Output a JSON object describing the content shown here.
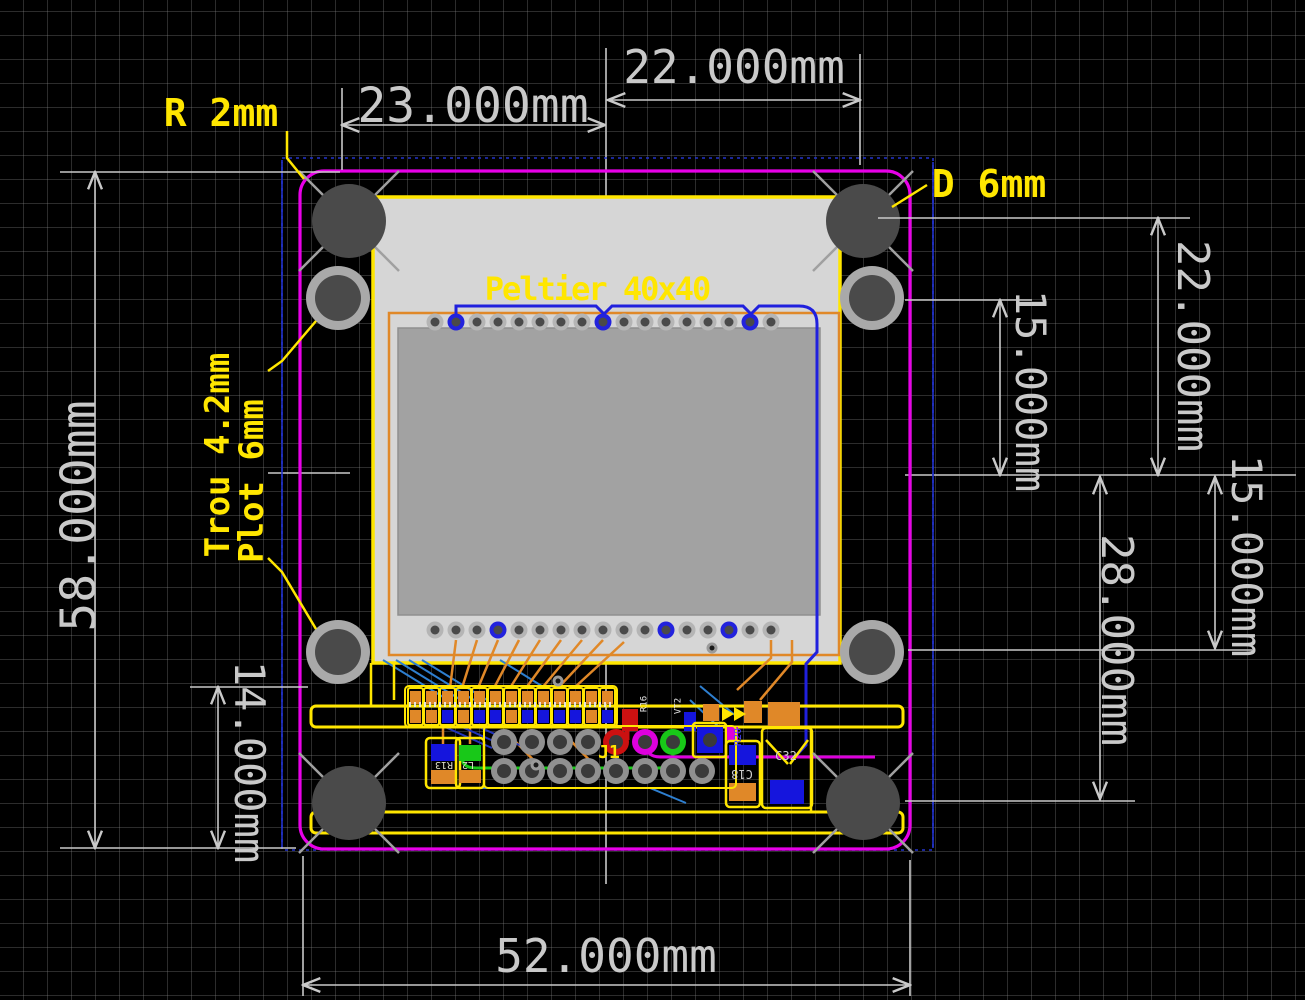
{
  "labels": {
    "corner_radius": "R 2mm",
    "hole_diameter": "D 6mm",
    "drill": "Trou 4.2mm",
    "pad": "Plot 6mm",
    "module": "Peltier 40x40"
  },
  "dimensions": {
    "top_left_width": "23.000mm",
    "top_right_width": "22.000mm",
    "board_height": "58.000mm",
    "connector_offset": "14.000mm",
    "right_hole_top": "22.000mm",
    "right_pad_top": "15.000mm",
    "right_pad_bottom": "15.000mm",
    "right_hole_bottom": "28.000mm",
    "board_width": "52.000mm"
  },
  "components": {
    "connector": "J1",
    "cap_c32": "C32",
    "cap_c18": "C18",
    "res_r13": "R13",
    "ind_l2": "L2",
    "res_r20": "R20",
    "res_r16": "R16",
    "transistor_vt2": "VT2"
  },
  "colors": {
    "board_outline": "#e800e8",
    "courtyard": "#2233cc",
    "silkscreen": "#ffe600",
    "copper_top": "#e08828",
    "copper_bottom": "#2020dd",
    "inner_trace": "#2e7fd0",
    "dimension": "#c9c9c9",
    "module_body": "#d6d6d6"
  }
}
